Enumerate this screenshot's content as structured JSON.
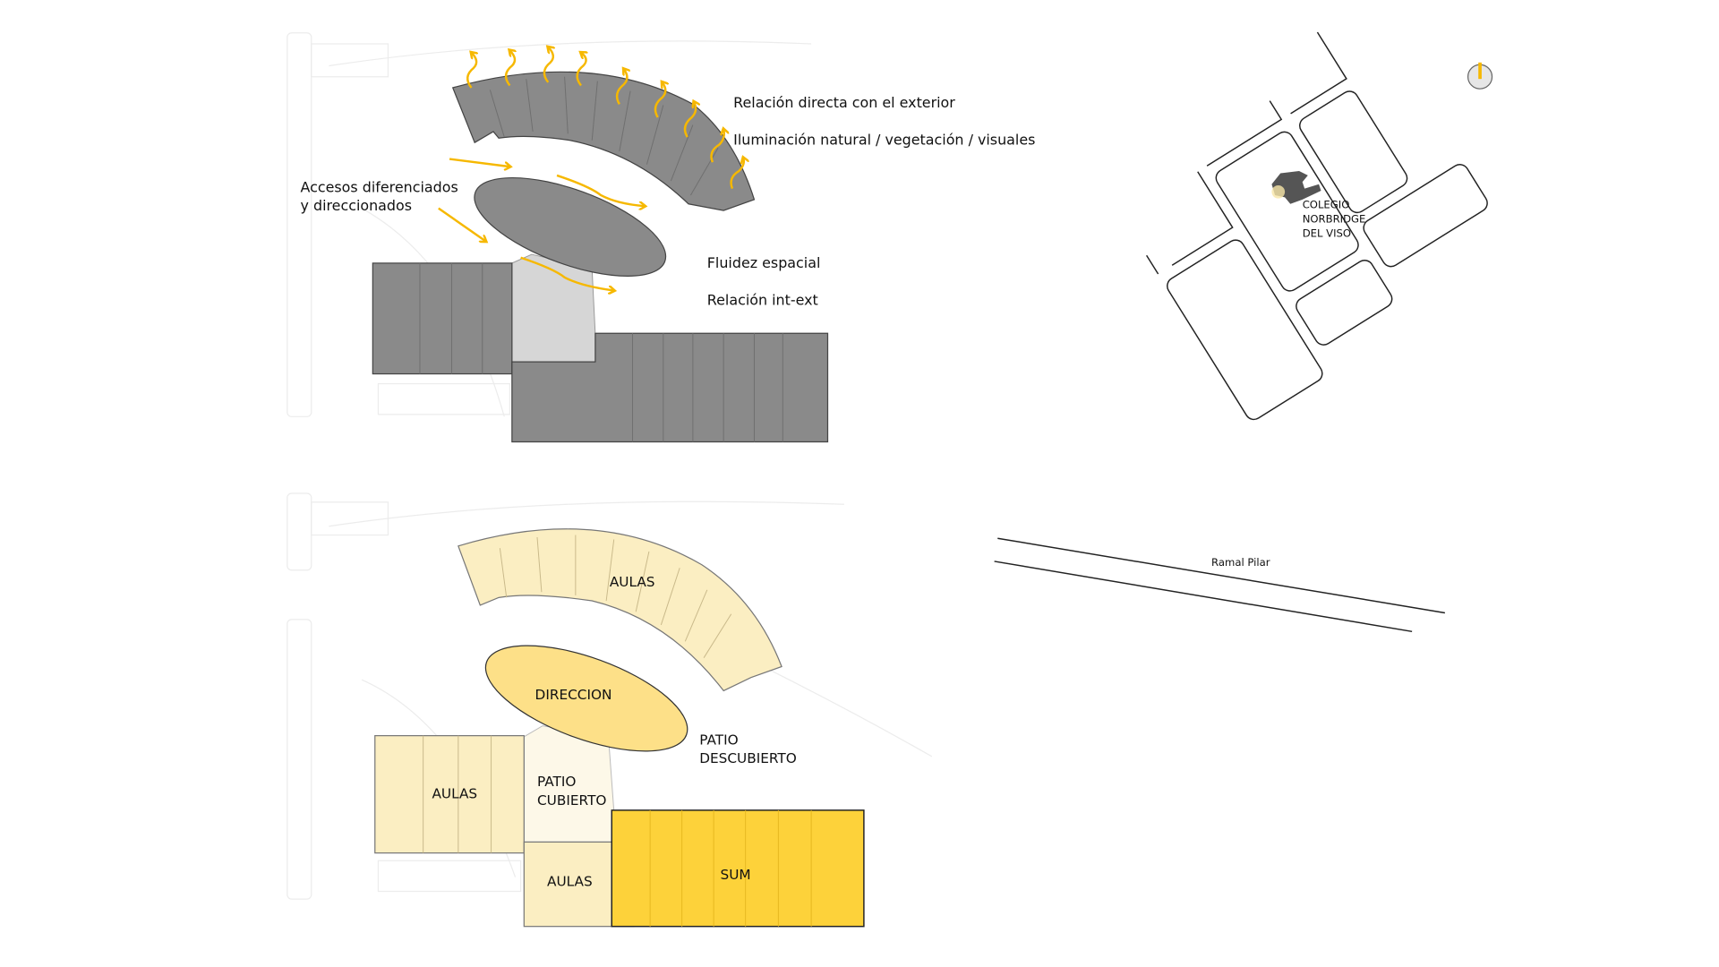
{
  "top_plan": {
    "labels": {
      "exterior": "Relación directa con el exterior",
      "light": "Iluminación natural / vegetación / visuales",
      "access_1": "Accesos diferenciados",
      "access_2": "y direccionados",
      "fluidity": "Fluidez espacial",
      "int_ext": "Relación int-ext"
    }
  },
  "bottom_plan": {
    "labels": {
      "aulas_top": "AULAS",
      "direccion": "DIRECCION",
      "patio_desc_1": "PATIO",
      "patio_desc_2": "DESCUBIERTO",
      "aulas_left": "AULAS",
      "patio_cub_1": "PATIO",
      "patio_cub_2": "CUBIERTO",
      "aulas_bottom": "AULAS",
      "sum": "SUM"
    }
  },
  "location_map": {
    "school_line1": "COLEGIO",
    "school_line2": "NORBRIDGE",
    "school_line3": "DEL VISO",
    "road": "Ramal Pilar"
  },
  "colors": {
    "dark_gray": "#8a8a8a",
    "light_gray": "#d6d6d6",
    "arrow_yellow": "#f6b800",
    "pale_yellow": "#fbeec2",
    "mid_yellow": "#fde088",
    "sum_yellow": "#fdd23a"
  }
}
